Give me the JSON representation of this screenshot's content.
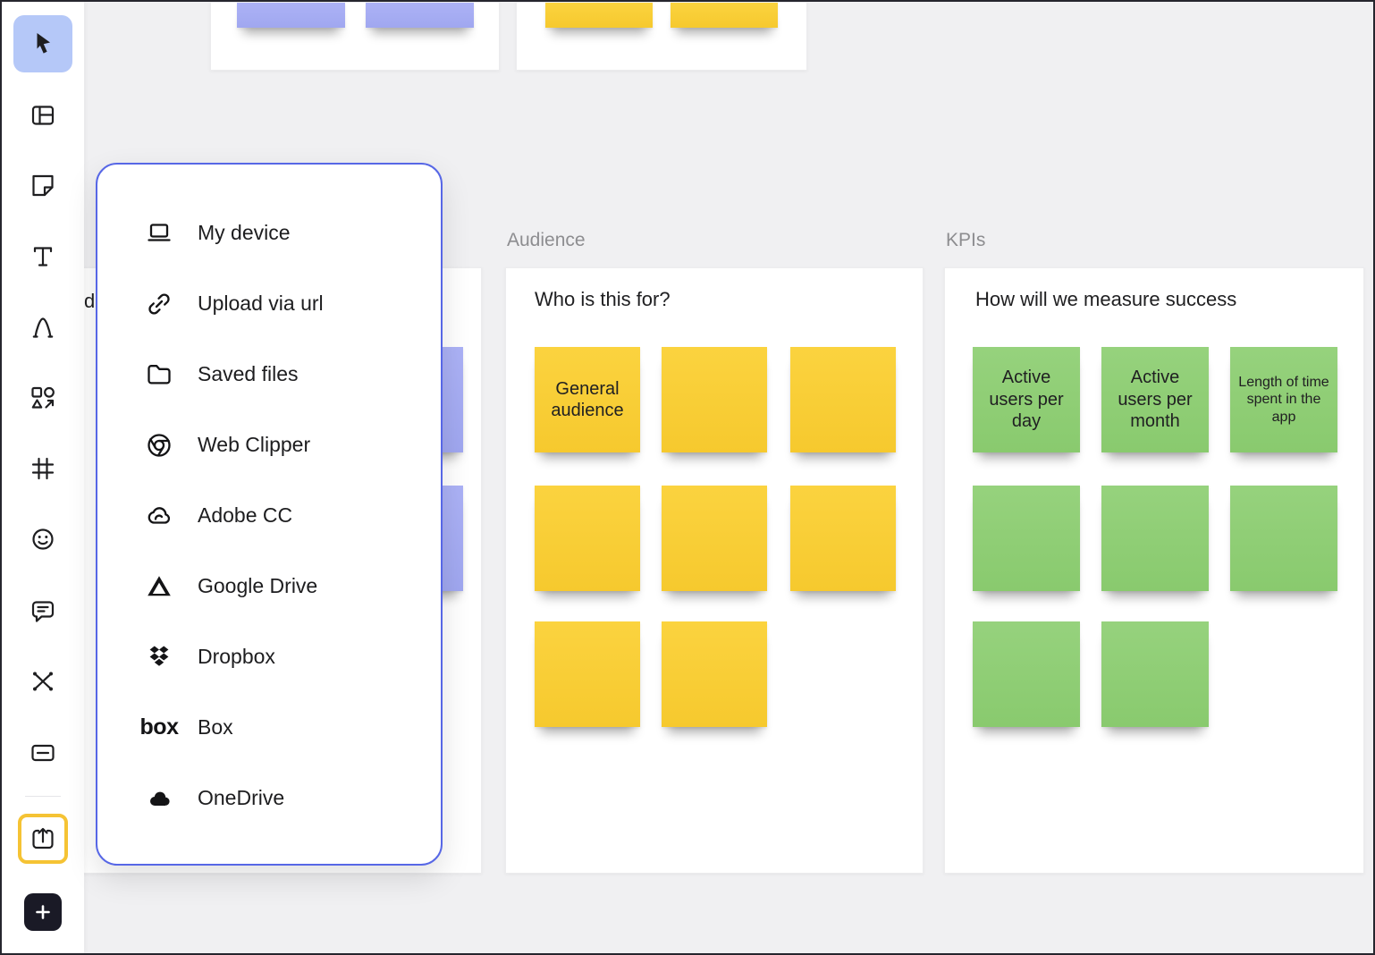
{
  "toolbar": {
    "tools": [
      {
        "id": "select",
        "icon": "cursor-icon",
        "active": true
      },
      {
        "id": "templates",
        "icon": "templates-icon"
      },
      {
        "id": "sticky-note",
        "icon": "sticky-note-icon"
      },
      {
        "id": "text",
        "icon": "text-icon"
      },
      {
        "id": "pen",
        "icon": "pen-icon"
      },
      {
        "id": "shapes",
        "icon": "shapes-icon"
      },
      {
        "id": "frame",
        "icon": "frame-icon"
      },
      {
        "id": "sticker",
        "icon": "smiley-sticker-icon"
      },
      {
        "id": "comment",
        "icon": "comment-icon"
      },
      {
        "id": "connector",
        "icon": "connector-icon"
      },
      {
        "id": "card",
        "icon": "card-icon"
      },
      {
        "id": "upload",
        "icon": "upload-icon",
        "highlighted": true
      },
      {
        "id": "more-apps",
        "icon": "plus-icon"
      }
    ]
  },
  "upload_menu": {
    "items": [
      {
        "label": "My device",
        "icon": "laptop-icon"
      },
      {
        "label": "Upload via url",
        "icon": "link-icon"
      },
      {
        "label": "Saved files",
        "icon": "folder-icon"
      },
      {
        "label": "Web Clipper",
        "icon": "chrome-icon"
      },
      {
        "label": "Adobe CC",
        "icon": "adobe-cc-icon"
      },
      {
        "label": "Google Drive",
        "icon": "google-drive-icon"
      },
      {
        "label": "Dropbox",
        "icon": "dropbox-icon"
      },
      {
        "label": "Box",
        "icon": "box-wordmark-icon",
        "icon_text": "box"
      },
      {
        "label": "OneDrive",
        "icon": "onedrive-icon"
      }
    ]
  },
  "canvas": {
    "occluded_frame": {
      "heading_fragment": "d",
      "note_color": "#A7ADF2"
    },
    "frames": [
      {
        "title": "Audience",
        "heading": "Who is this for?",
        "note_color": "#F9CF35",
        "notes": [
          "General audience",
          "",
          "",
          "",
          "",
          "",
          "",
          ""
        ]
      },
      {
        "title": "KPIs",
        "heading": "How will we measure success",
        "note_color": "#8FCE74",
        "notes": [
          "Active users per day",
          "Active users per month",
          "Length of time spent in the app",
          "",
          "",
          "",
          "",
          ""
        ]
      }
    ]
  },
  "colors": {
    "popup_border": "#5767E6",
    "tool_active_bg": "#B5C8F8",
    "upload_highlight": "#F5C334",
    "note_yellow": "#F9CF35",
    "note_green": "#8FCE74",
    "note_purple": "#A7ADF2",
    "frame_title_gray": "#8D8D90",
    "canvas_bg": "#F0F0F2",
    "dark_button_bg": "#1A1A26"
  }
}
